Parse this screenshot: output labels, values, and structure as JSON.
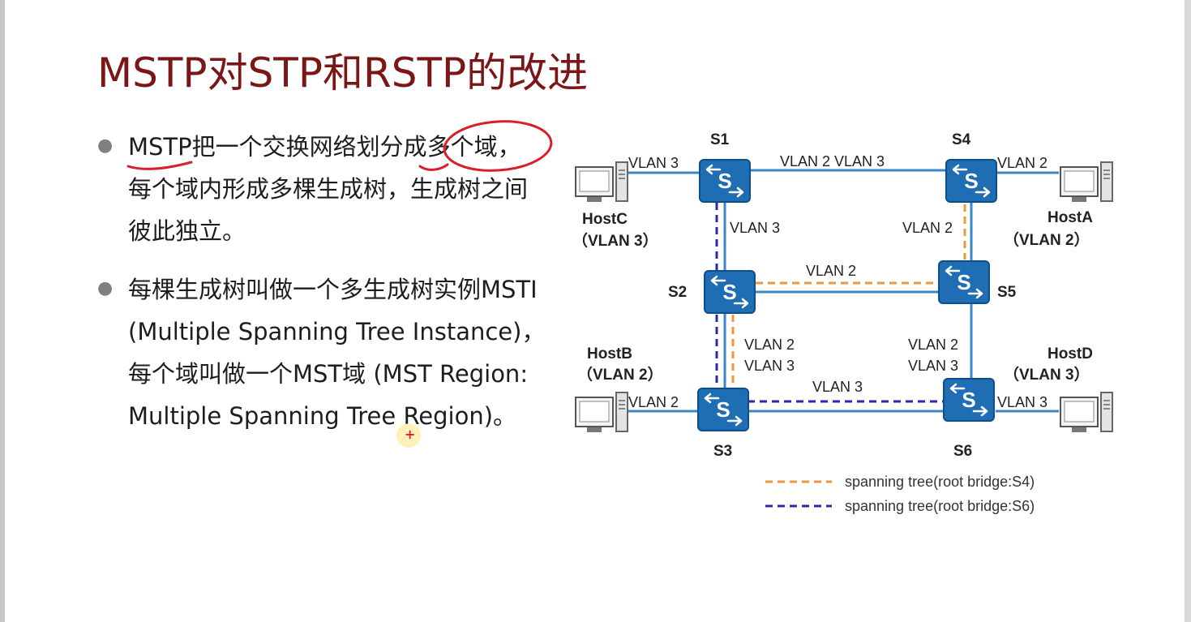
{
  "slide": {
    "title": "MSTP对STP和RSTP的改进",
    "bullets": [
      {
        "lines": [
          "MSTP把一个交换网络划分成多个域，",
          "每个域内形成多棵生成树，生成树之间",
          "彼此独立。"
        ]
      },
      {
        "lines": [
          "每棵生成树叫做一个多生成树实例MSTI",
          "(Multiple Spanning Tree Instance)，",
          "每个域叫做一个MST域 (MST Region:",
          "Multiple Spanning Tree Region)。"
        ]
      }
    ]
  },
  "diagram": {
    "switches": {
      "s1": "S1",
      "s2": "S2",
      "s3": "S3",
      "s4": "S4",
      "s5": "S5",
      "s6": "S6"
    },
    "hosts": {
      "hostc": {
        "name": "HostC",
        "vlan": "（VLAN 3）"
      },
      "hosta": {
        "name": "HostA",
        "vlan": "（VLAN 2）"
      },
      "hostb": {
        "name": "HostB",
        "vlan": "（VLAN 2）"
      },
      "hostd": {
        "name": "HostD",
        "vlan": "（VLAN 3）"
      }
    },
    "link_labels": {
      "hostc_s1": "VLAN 3",
      "s1_s4": "VLAN 2 VLAN 3",
      "s4_hosta": "VLAN 2",
      "s1_s2": "VLAN 3",
      "s4_s5": "VLAN 2",
      "s2_s5": "VLAN 2",
      "s2_s3_a": "VLAN 2",
      "s2_s3_b": "VLAN 3",
      "s5_s6_a": "VLAN 2",
      "s5_s6_b": "VLAN 3",
      "s3_s6": "VLAN 3",
      "hostb_s3": "VLAN 2",
      "s6_hostd": "VLAN 3"
    },
    "legend": [
      {
        "label": "spanning tree(root bridge:S4)",
        "color": "#f0963c"
      },
      {
        "label": "spanning tree(root bridge:S6)",
        "color": "#2a2aa8"
      }
    ]
  },
  "colors": {
    "title": "#7b1616",
    "link": "#3d86c6",
    "switch": "#1f6db3",
    "tree_s4": "#f0963c",
    "tree_s6": "#2a2aa8",
    "pen_ink": "#d8202a"
  }
}
